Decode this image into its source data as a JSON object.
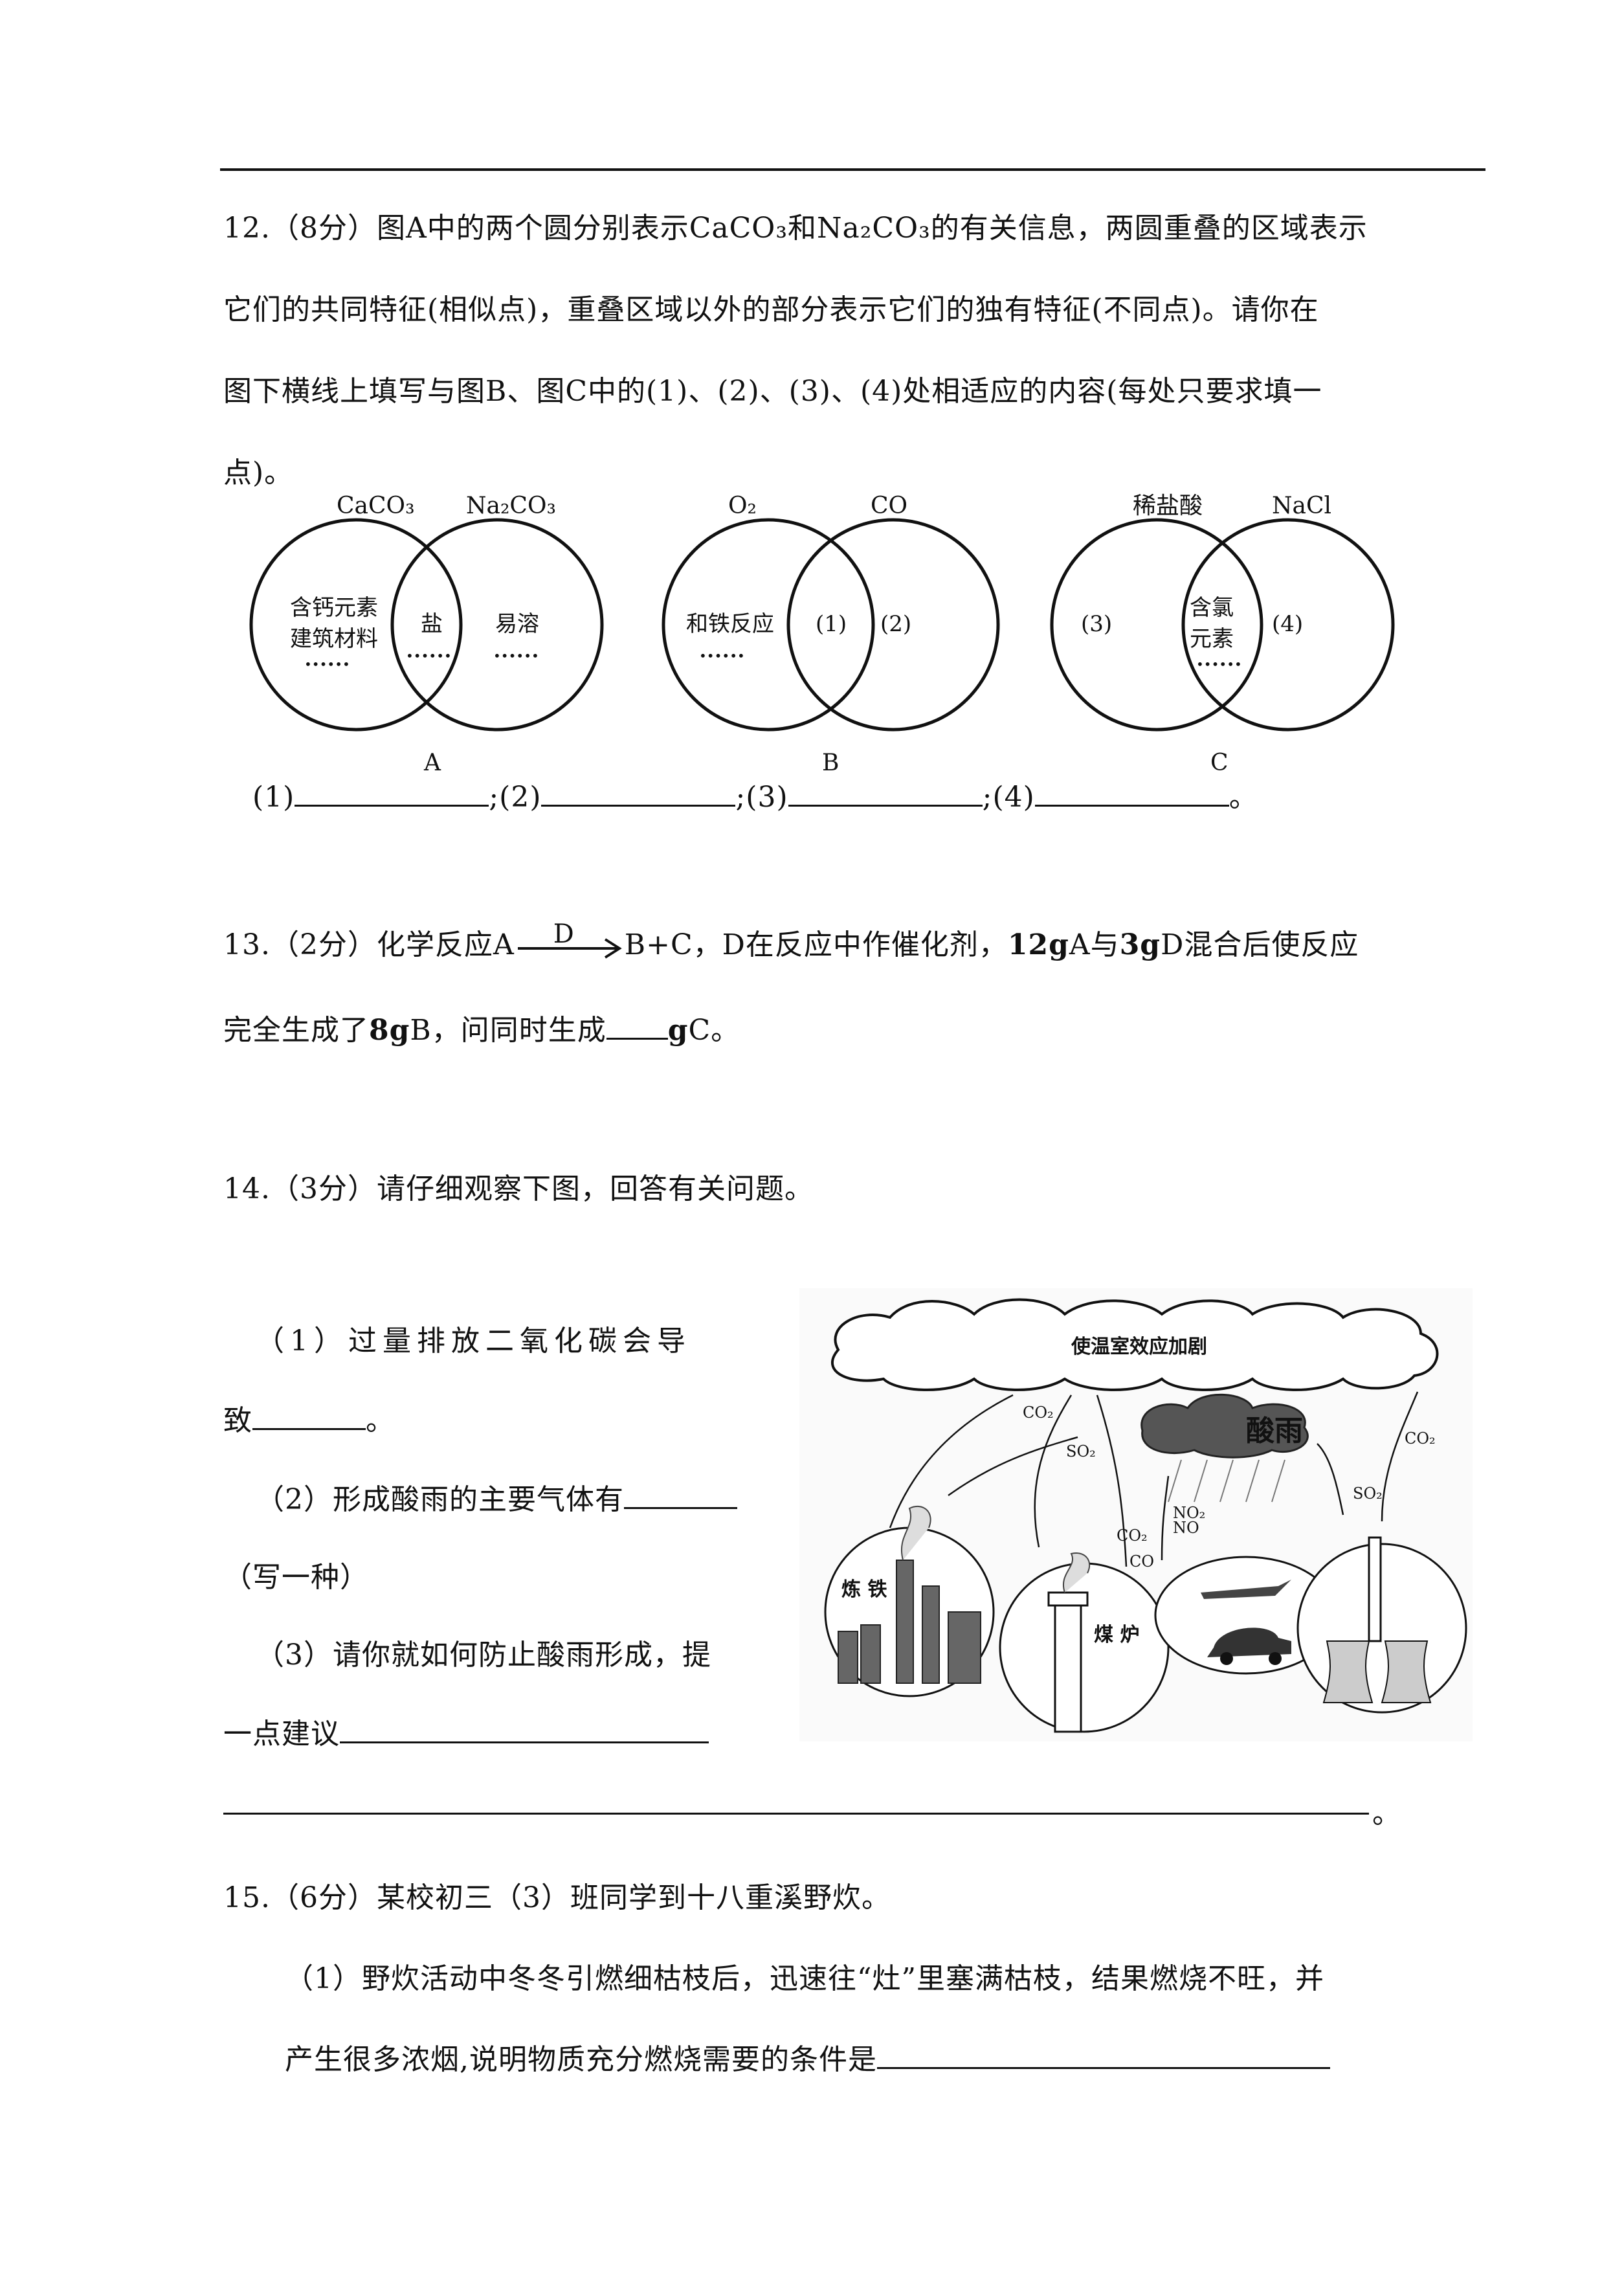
{
  "q12": {
    "line1": "12.（8分）图A中的两个圆分别表示CaCO₃和Na₂CO₃的有关信息，两圆重叠的区域表示",
    "line2": "它们的共同特征(相似点)，重叠区域以外的部分表示它们的独有特征(不同点)。请你在",
    "line3": "图下横线上填写与图B、图C中的(1)、(2)、(3)、(4)处相适应的内容(每处只要求填一",
    "line4": "点)。",
    "venn": {
      "a": {
        "left_title": "CaCO₃",
        "right_title": "Na₂CO₃",
        "left_text1": "含钙元素",
        "left_text2": "建筑材料",
        "overlap": "盐",
        "right": "易溶",
        "label": "A"
      },
      "b": {
        "left_title": "O₂",
        "right_title": "CO",
        "left": "和铁反应",
        "overlap": "(1)",
        "right": "(2)",
        "label": "B"
      },
      "c": {
        "left_title": "稀盐酸",
        "right_title": "NaCl",
        "left": "(3)",
        "overlap1": "含氯",
        "overlap2": "元素",
        "right": "(4)",
        "label": "C"
      },
      "dots": "••••••"
    },
    "answers": {
      "a1": "(1)",
      "a2": ";(2)",
      "a3": ";(3)",
      "a4": ";(4)",
      "end": "。"
    }
  },
  "q13": {
    "part1": "13.（2分）化学反应A",
    "catalyst": "D",
    "part2": "B+C，D在反应中作催化剂，",
    "m1": "12g",
    "part3": "A与",
    "m2": "3g",
    "part4": "D混合后使反应",
    "line2a": "完全生成了",
    "m3": "8g",
    "line2b": "B，问同时生成",
    "line2c": "g",
    "line2d": "C。"
  },
  "q14": {
    "intro": "14.（3分）请仔细观察下图，回答有关问题。",
    "s1a": "（1）过量排放二氧化碳会导",
    "s1b": "致",
    "s1c": "。",
    "s2a": "（2）形成酸雨的主要气体有",
    "s2b": "（写一种）",
    "s3a": "（3）请你就如何防止酸雨形成，提",
    "s3b": "一点建议",
    "s3c": "。",
    "figure": {
      "cloud": "使温室效应加剧",
      "acid_rain": "酸雨",
      "co2": "CO₂",
      "so2": "SO₂",
      "no2": "NO₂",
      "no": "NO",
      "co": "CO",
      "iron": "炼 铁",
      "furnace": "煤 炉"
    }
  },
  "q15": {
    "intro": "15.（6分）某校初三（3）班同学到十八重溪野炊。",
    "s1a": "（1）野炊活动中冬冬引燃细枯枝后，迅速往“灶”里塞满枯枝，结果燃烧不旺，并",
    "s1b": "产生很多浓烟,说明物质充分燃烧需要的条件是"
  }
}
